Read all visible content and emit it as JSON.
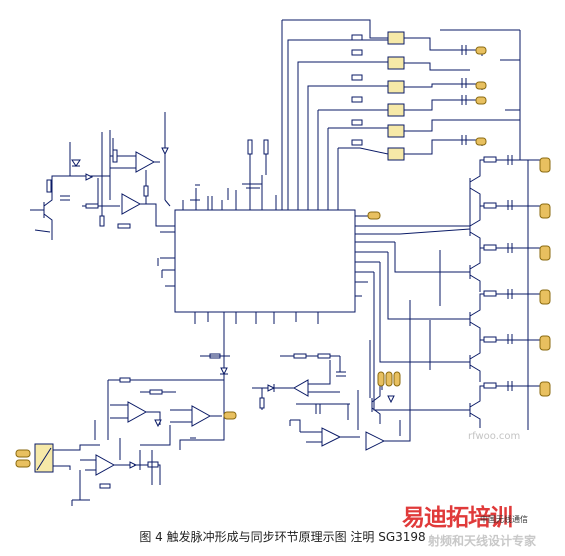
{
  "figure": {
    "caption": "图 4   触发脉冲形成与同步环节原理示图   注明 SG3198"
  },
  "watermark": {
    "brand": "易迪拓培训",
    "brand_sub": "中国无线通信",
    "tagline": "射频和天线设计专家"
  },
  "colors": {
    "line": "#0a1a66",
    "component_fill": "#f6e9a8",
    "pin": "#e8c060",
    "watermark_red": "#e03a3a"
  }
}
